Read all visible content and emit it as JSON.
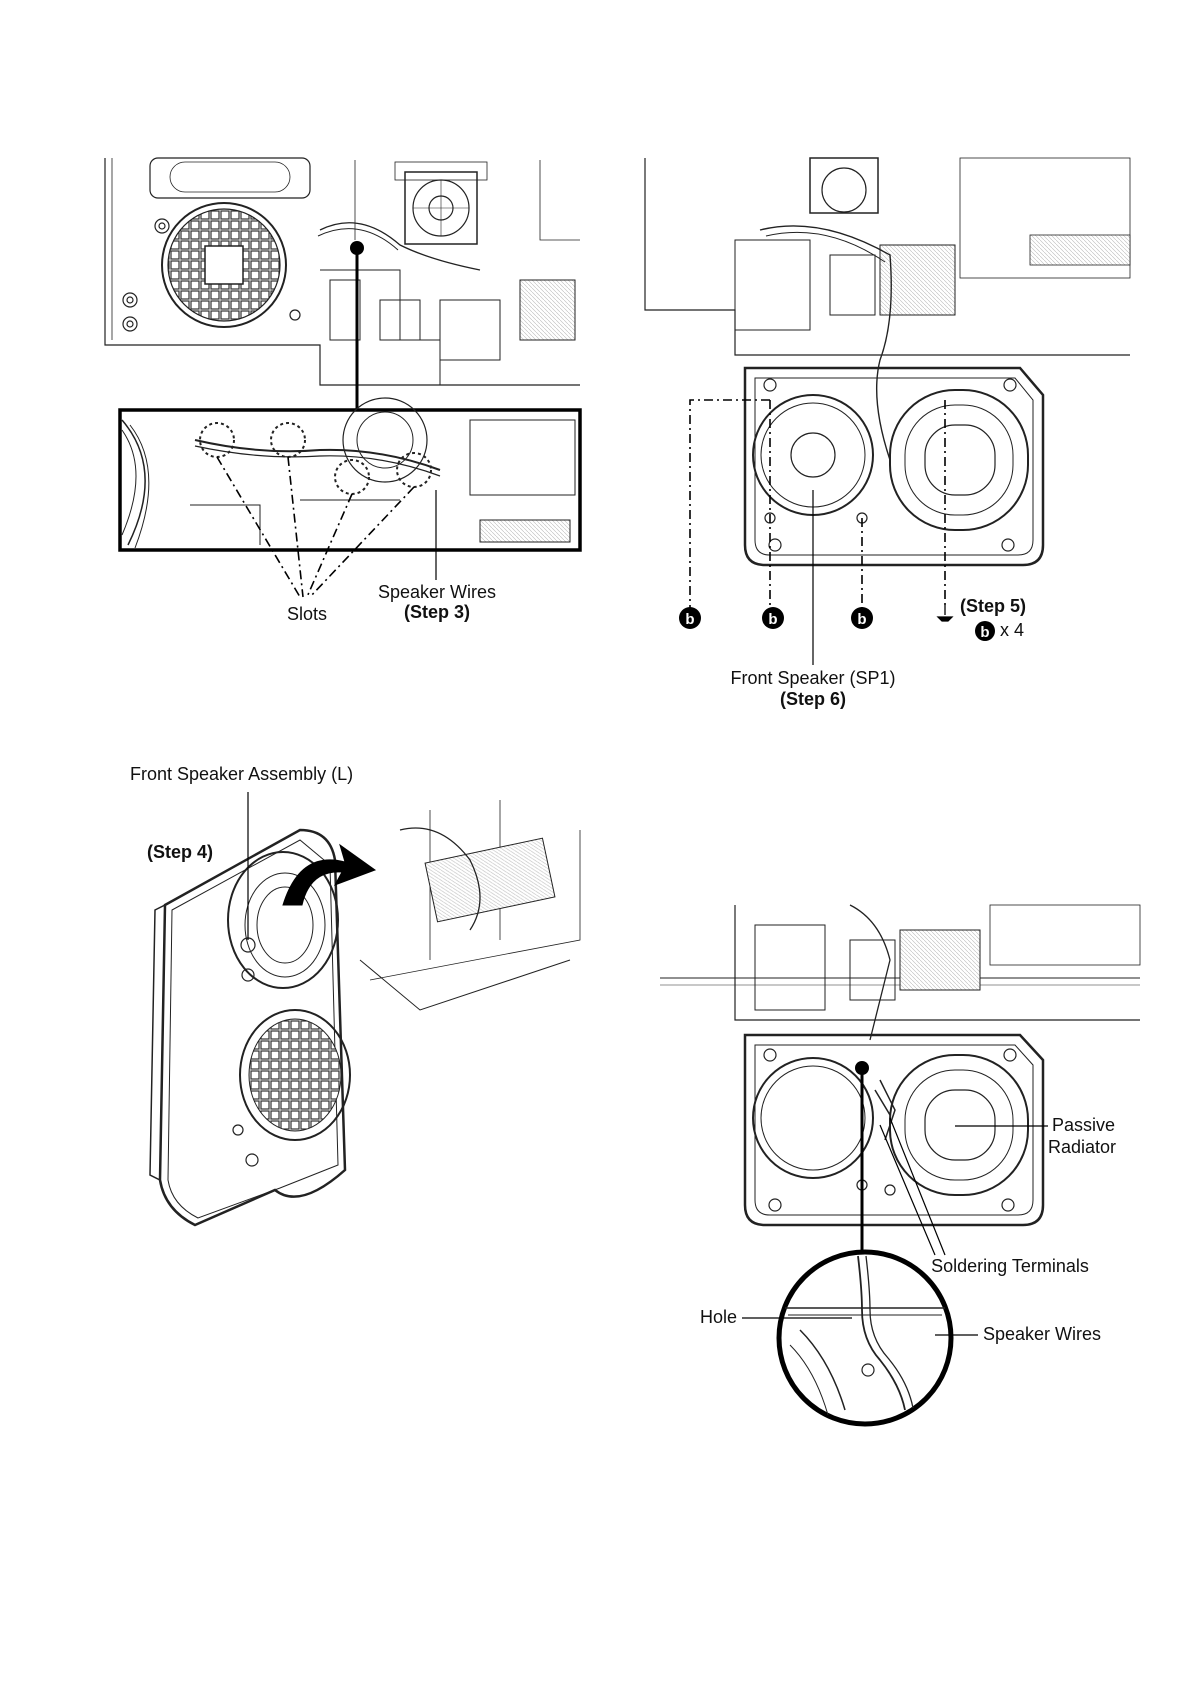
{
  "labels": {
    "slots": "Slots",
    "speaker_wires_1": "Speaker Wires",
    "step3": "(Step 3)",
    "step5": "(Step 5)",
    "screw_count": "x 4",
    "screw_letter": "b",
    "front_speaker_sp1": "Front Speaker (SP1)",
    "step6": "(Step 6)",
    "front_speaker_assembly": "Front Speaker Assembly (L)",
    "step4": "(Step 4)",
    "passive": "Passive",
    "radiator": "Radiator",
    "soldering_terminals": "Soldering Terminals",
    "hole": "Hole",
    "speaker_wires_2": "Speaker Wires"
  }
}
